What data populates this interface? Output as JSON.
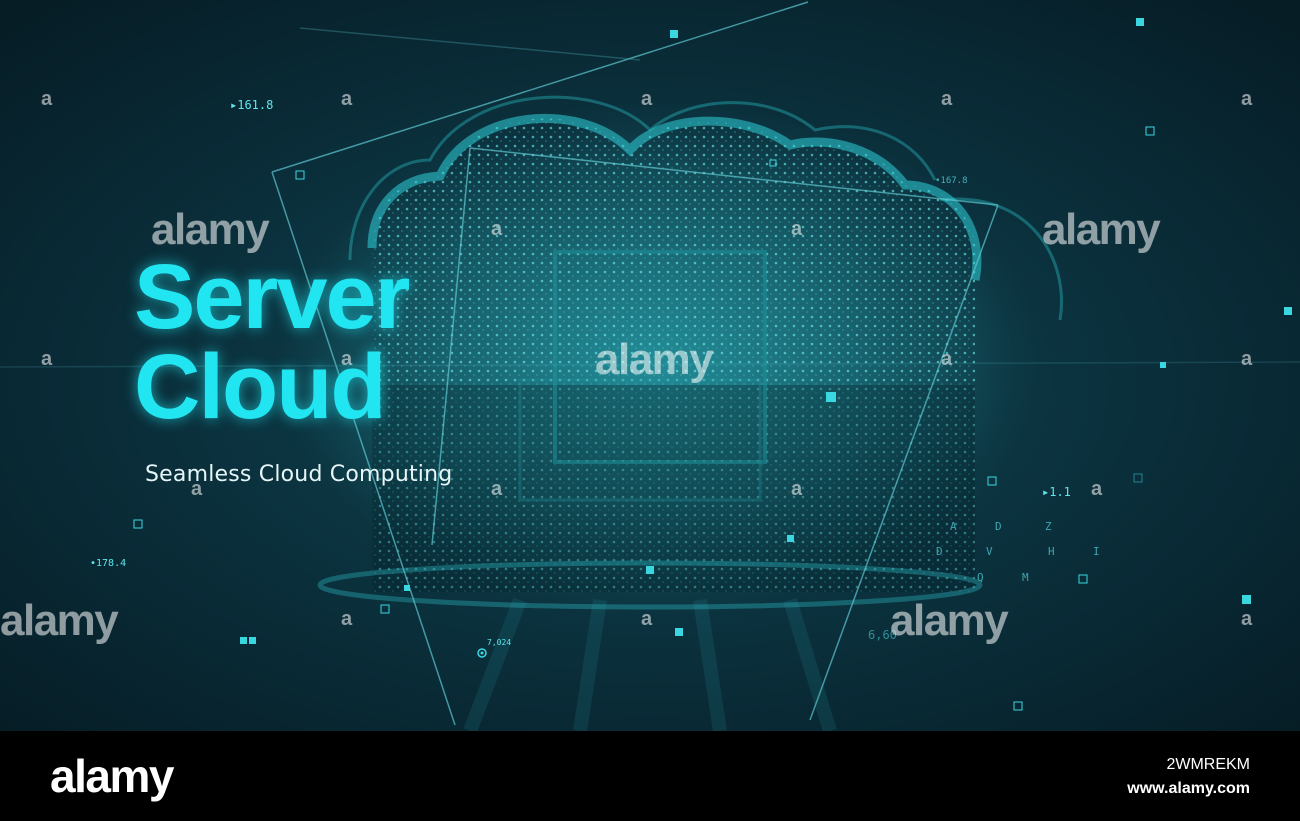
{
  "headline": {
    "line1": "Server",
    "line2": "Cloud"
  },
  "tagline": "Seamless Cloud Computing",
  "hud_readouts": {
    "r1": "▸161.8",
    "r2": "•167.8",
    "r3": "▸1.1",
    "r4": "•178.4",
    "r5": "7,024",
    "r6": "6,60"
  },
  "hud_letters": [
    "A",
    "D",
    "Z",
    "D",
    "V",
    "H",
    "I",
    "Q",
    "M"
  ],
  "watermark": {
    "word": "alamy",
    "letter": "a"
  },
  "footer": {
    "logo": "alamy",
    "image_id": "2WMREKM",
    "url": "www.alamy.com"
  },
  "colors": {
    "accent": "#21e6f2",
    "background": "#0a2f3b",
    "footer": "#000000"
  },
  "icons": [
    "cloud-icon"
  ]
}
